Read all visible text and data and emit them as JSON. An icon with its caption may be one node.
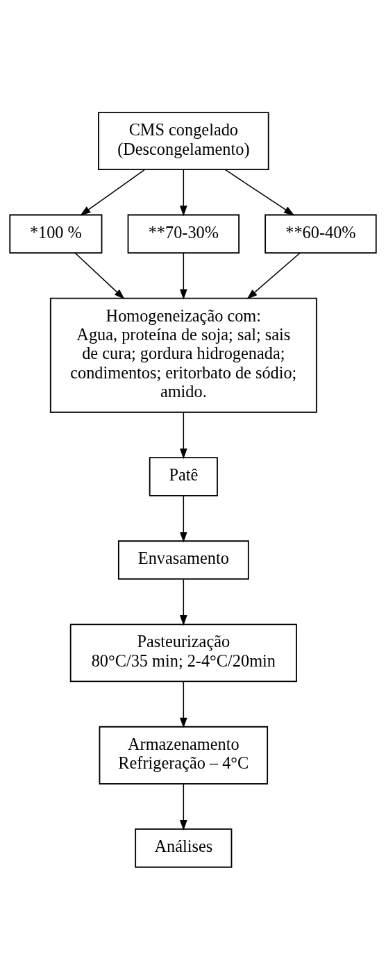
{
  "diagram": {
    "nodes": [
      {
        "text": [
          "CMS congelado",
          "(Descongelamento)"
        ]
      },
      {
        "text": [
          "*100 %"
        ]
      },
      {
        "text": [
          "**70-30%"
        ]
      },
      {
        "text": [
          "**60-40%"
        ]
      },
      {
        "text": [
          "Homogeneização com:",
          "Agua, proteína de soja; sal; sais de cura; gordura hidrogenada; condimentos; eritorbato de sódio; amido."
        ]
      },
      {
        "text": [
          "Patê"
        ]
      },
      {
        "text": [
          "Envasamento"
        ]
      },
      {
        "text": [
          "Pasteurização",
          "80°C/35 min; 2-4°C/20min"
        ]
      },
      {
        "text": [
          "Armazenamento",
          "Refrigeração – 4°C"
        ]
      },
      {
        "text": [
          "Análises"
        ]
      }
    ],
    "edges": [
      {
        "from": 0,
        "to": 1,
        "arrow": "to"
      },
      {
        "from": 0,
        "to": 2,
        "arrow": "to"
      },
      {
        "from": 0,
        "to": 3,
        "arrow": "to"
      },
      {
        "from": 1,
        "to": 4,
        "arrow": "to"
      },
      {
        "from": 2,
        "to": 4,
        "arrow": "to"
      },
      {
        "from": 3,
        "to": 4,
        "arrow": "to"
      },
      {
        "from": 4,
        "to": 5,
        "arrow": "to"
      },
      {
        "from": 5,
        "to": 6,
        "arrow": "to"
      },
      {
        "from": 6,
        "to": 7,
        "arrow": "to"
      },
      {
        "from": 7,
        "to": 8,
        "arrow": "to"
      },
      {
        "from": 8,
        "to": 9,
        "arrow": "to"
      }
    ]
  }
}
